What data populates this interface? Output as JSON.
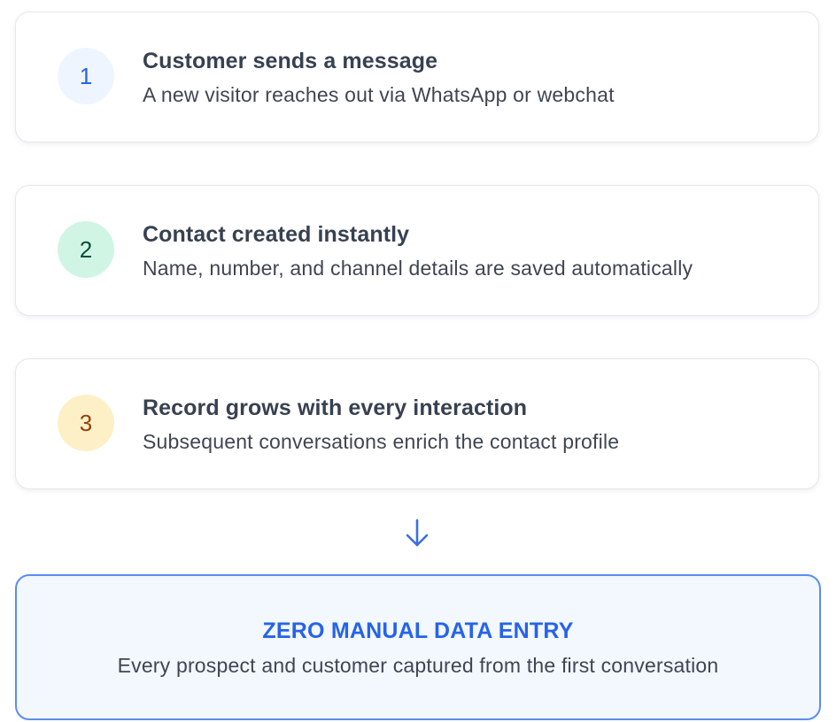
{
  "steps": [
    {
      "number": "1",
      "title": "Customer sends a message",
      "description": "A new visitor reaches out via WhatsApp or webchat"
    },
    {
      "number": "2",
      "title": "Contact created instantly",
      "description": "Name, number, and channel details are saved automatically"
    },
    {
      "number": "3",
      "title": "Record grows with every interaction",
      "description": "Subsequent conversations enrich the contact profile"
    }
  ],
  "result": {
    "title": "ZERO MANUAL DATA ENTRY",
    "description": "Every prospect and customer captured from the first conversation"
  },
  "colors": {
    "accent": "#2563eb",
    "step1_badge_bg": "#eff5ff",
    "step1_badge_text": "#2563eb",
    "step2_badge_bg": "#d1f5e4",
    "step2_badge_text": "#064e3b",
    "step3_badge_bg": "#fdf0c6",
    "step3_badge_text": "#92400e",
    "result_bg": "#f3f7fe",
    "result_border": "#5b8def"
  },
  "icons": {
    "connector": "arrow-down-icon"
  }
}
